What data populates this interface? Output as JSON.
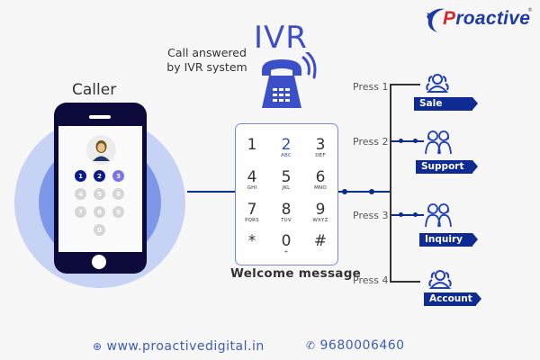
{
  "brand": {
    "logo_text_first": "P",
    "logo_text_rest": "roactive",
    "registered_mark": "®",
    "primary_color": "#1e3aa8",
    "accent_color": "#d7262c"
  },
  "ivr": {
    "title": "IVR",
    "caption_line1": "Call answered",
    "caption_line2": "by IVR system",
    "icon": "telephone-icon",
    "color": "#3b50c8"
  },
  "caller": {
    "label": "Caller",
    "dial_keys": [
      {
        "label": "1",
        "state": "pressed",
        "color": "#0a1a8c"
      },
      {
        "label": "2",
        "state": "pressed",
        "color": "#0a1a8c"
      },
      {
        "label": "3",
        "state": "pressing",
        "color": "#7b74e8"
      },
      {
        "label": "4",
        "state": "idle",
        "color": "#d6d6d6"
      },
      {
        "label": "5",
        "state": "idle",
        "color": "#d6d6d6"
      },
      {
        "label": "6",
        "state": "idle",
        "color": "#d6d6d6"
      },
      {
        "label": "7",
        "state": "idle",
        "color": "#d6d6d6"
      },
      {
        "label": "8",
        "state": "idle",
        "color": "#d6d6d6"
      },
      {
        "label": "9",
        "state": "idle",
        "color": "#d6d6d6"
      },
      {
        "label": "0",
        "state": "idle",
        "color": "#d6d6d6"
      }
    ]
  },
  "keypad": {
    "keys": [
      {
        "num": "1",
        "sub": ""
      },
      {
        "num": "2",
        "sub": "ABC",
        "active": true
      },
      {
        "num": "3",
        "sub": "DEF"
      },
      {
        "num": "4",
        "sub": "GHI"
      },
      {
        "num": "5",
        "sub": "JKL"
      },
      {
        "num": "6",
        "sub": "MNO"
      },
      {
        "num": "7",
        "sub": "PQRS"
      },
      {
        "num": "8",
        "sub": "TUV"
      },
      {
        "num": "9",
        "sub": "WXYZ"
      },
      {
        "num": "*",
        "sub": ""
      },
      {
        "num": "0",
        "sub": "+"
      },
      {
        "num": "#",
        "sub": ""
      }
    ],
    "caption": "Welcome message"
  },
  "menu_options": [
    {
      "press": "Press 1",
      "department": "Sale",
      "icon": "group-icon"
    },
    {
      "press": "Press 2",
      "department": "Support",
      "icon": "headset-agents-icon"
    },
    {
      "press": "Press 3",
      "department": "Inquiry",
      "icon": "headset-agents-icon"
    },
    {
      "press": "Press 4",
      "department": "Account",
      "icon": "group-icon"
    }
  ],
  "footer": {
    "website": "www.proactivedigital.in",
    "phone": "9680006460"
  }
}
